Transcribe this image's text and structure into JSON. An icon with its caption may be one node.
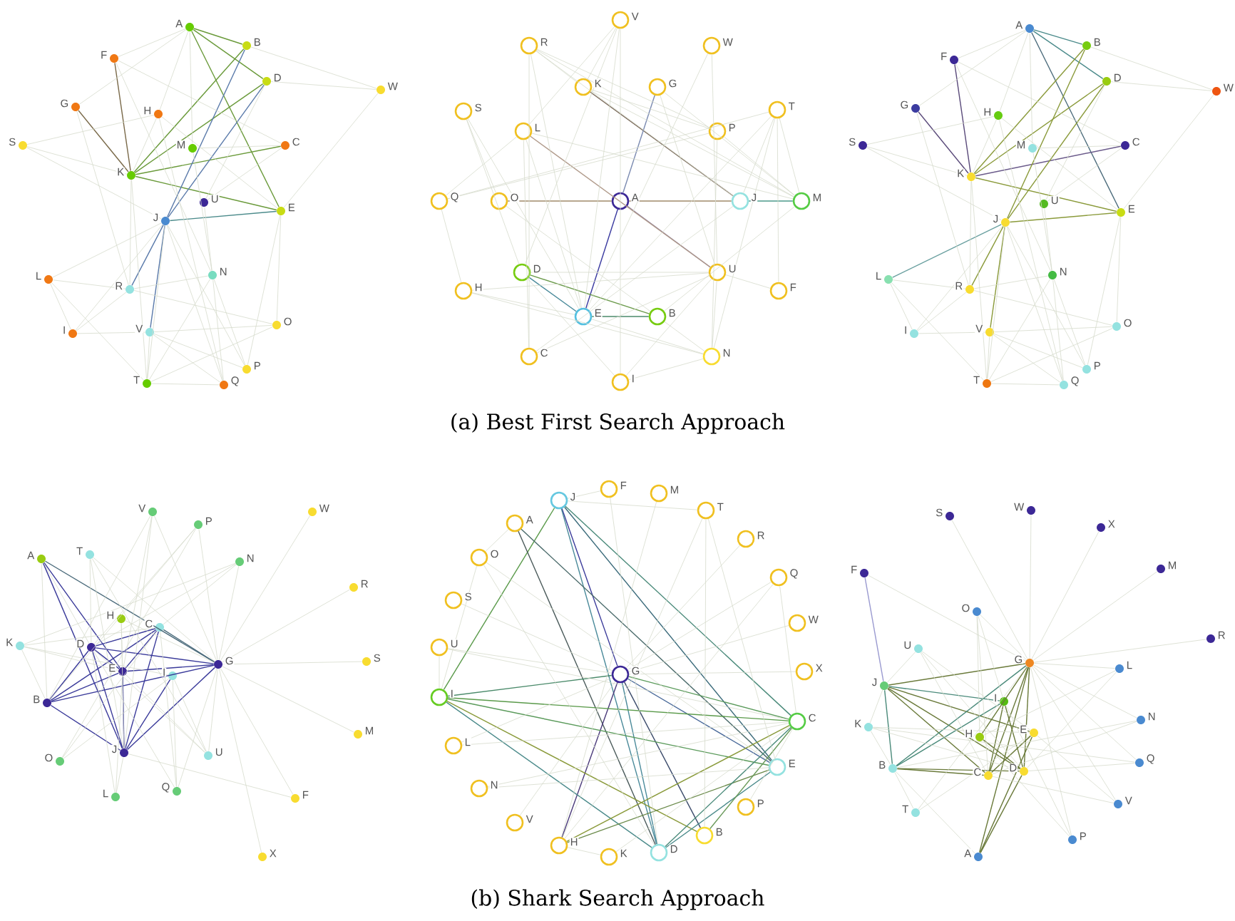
{
  "diagram": {
    "nodes": [
      {
        "text": [
          "A"
        ]
      },
      {
        "text": [
          "B"
        ]
      },
      {
        "text": [
          "D"
        ]
      },
      {
        "text": [
          "W"
        ]
      },
      {
        "text": [
          "F"
        ]
      },
      {
        "text": [
          "G"
        ]
      },
      {
        "text": [
          "H"
        ]
      },
      {
        "text": [
          "S"
        ]
      },
      {
        "text": [
          "M"
        ]
      },
      {
        "text": [
          "C"
        ]
      },
      {
        "text": [
          "K"
        ]
      },
      {
        "text": [
          "U"
        ]
      },
      {
        "text": [
          "J"
        ]
      },
      {
        "text": [
          "E"
        ]
      },
      {
        "text": [
          "L"
        ]
      },
      {
        "text": [
          "R"
        ]
      },
      {
        "text": [
          "N"
        ]
      },
      {
        "text": [
          "I"
        ]
      },
      {
        "text": [
          "V"
        ]
      },
      {
        "text": [
          "O"
        ]
      },
      {
        "text": [
          "P"
        ]
      },
      {
        "text": [
          "T"
        ]
      },
      {
        "text": [
          "Q"
        ]
      },
      {
        "text": [
          "V"
        ]
      },
      {
        "text": [
          "R"
        ]
      },
      {
        "text": [
          "W"
        ]
      },
      {
        "text": [
          "K"
        ]
      },
      {
        "text": [
          "G"
        ]
      },
      {
        "text": [
          "S"
        ]
      },
      {
        "text": [
          "L"
        ]
      },
      {
        "text": [
          "P"
        ]
      },
      {
        "text": [
          "T"
        ]
      },
      {
        "text": [
          "Q"
        ]
      },
      {
        "text": [
          "O"
        ]
      },
      {
        "text": [
          "A"
        ]
      },
      {
        "text": [
          "J"
        ]
      },
      {
        "text": [
          "M"
        ]
      },
      {
        "text": [
          "D"
        ]
      },
      {
        "text": [
          "U"
        ]
      },
      {
        "text": [
          "H"
        ]
      },
      {
        "text": [
          "F"
        ]
      },
      {
        "text": [
          "E"
        ]
      },
      {
        "text": [
          "B"
        ]
      },
      {
        "text": [
          "C"
        ]
      },
      {
        "text": [
          "N"
        ]
      },
      {
        "text": [
          "I"
        ]
      },
      {
        "text": [
          "A"
        ]
      },
      {
        "text": [
          "B"
        ]
      },
      {
        "text": [
          "D"
        ]
      },
      {
        "text": [
          "W"
        ]
      },
      {
        "text": [
          "F"
        ]
      },
      {
        "text": [
          "G"
        ]
      },
      {
        "text": [
          "H"
        ]
      },
      {
        "text": [
          "S"
        ]
      },
      {
        "text": [
          "M"
        ]
      },
      {
        "text": [
          "C"
        ]
      },
      {
        "text": [
          "K"
        ]
      },
      {
        "text": [
          "U"
        ]
      },
      {
        "text": [
          "J"
        ]
      },
      {
        "text": [
          "E"
        ]
      },
      {
        "text": [
          "L"
        ]
      },
      {
        "text": [
          "R"
        ]
      },
      {
        "text": [
          "N"
        ]
      },
      {
        "text": [
          "I"
        ]
      },
      {
        "text": [
          "V"
        ]
      },
      {
        "text": [
          "O"
        ]
      },
      {
        "text": [
          "P"
        ]
      },
      {
        "text": [
          "T"
        ]
      },
      {
        "text": [
          "Q"
        ]
      },
      {
        "text": [
          "A"
        ]
      },
      {
        "text": [
          "T"
        ]
      },
      {
        "text": [
          "V"
        ]
      },
      {
        "text": [
          "P"
        ]
      },
      {
        "text": [
          "N"
        ]
      },
      {
        "text": [
          "W"
        ]
      },
      {
        "text": [
          "R"
        ]
      },
      {
        "text": [
          "H"
        ]
      },
      {
        "text": [
          "C"
        ]
      },
      {
        "text": [
          "K"
        ]
      },
      {
        "text": [
          "D"
        ]
      },
      {
        "text": [
          "E"
        ]
      },
      {
        "text": [
          "I"
        ]
      },
      {
        "text": [
          "G"
        ]
      },
      {
        "text": [
          "S"
        ]
      },
      {
        "text": [
          "B"
        ]
      },
      {
        "text": [
          "M"
        ]
      },
      {
        "text": [
          "O"
        ]
      },
      {
        "text": [
          "J"
        ]
      },
      {
        "text": [
          "U"
        ]
      },
      {
        "text": [
          "L"
        ]
      },
      {
        "text": [
          "Q"
        ]
      },
      {
        "text": [
          "F"
        ]
      },
      {
        "text": [
          "X"
        ]
      },
      {
        "text": [
          "J"
        ]
      },
      {
        "text": [
          "F"
        ]
      },
      {
        "text": [
          "M"
        ]
      },
      {
        "text": [
          "T"
        ]
      },
      {
        "text": [
          "A"
        ]
      },
      {
        "text": [
          "R"
        ]
      },
      {
        "text": [
          "O"
        ]
      },
      {
        "text": [
          "Q"
        ]
      },
      {
        "text": [
          "S"
        ]
      },
      {
        "text": [
          "W"
        ]
      },
      {
        "text": [
          "U"
        ]
      },
      {
        "text": [
          "G"
        ]
      },
      {
        "text": [
          "X"
        ]
      },
      {
        "text": [
          "I"
        ]
      },
      {
        "text": [
          "C"
        ]
      },
      {
        "text": [
          "L"
        ]
      },
      {
        "text": [
          "E"
        ]
      },
      {
        "text": [
          "N"
        ]
      },
      {
        "text": [
          "P"
        ]
      },
      {
        "text": [
          "V"
        ]
      },
      {
        "text": [
          "B"
        ]
      },
      {
        "text": [
          "H"
        ]
      },
      {
        "text": [
          "K"
        ]
      },
      {
        "text": [
          "D"
        ]
      },
      {
        "text": [
          "S"
        ]
      },
      {
        "text": [
          "W"
        ]
      },
      {
        "text": [
          "X"
        ]
      },
      {
        "text": [
          "M"
        ]
      },
      {
        "text": [
          "F"
        ]
      },
      {
        "text": [
          "O"
        ]
      },
      {
        "text": [
          "R"
        ]
      },
      {
        "text": [
          "U"
        ]
      },
      {
        "text": [
          "G"
        ]
      },
      {
        "text": [
          "L"
        ]
      },
      {
        "text": [
          "J"
        ]
      },
      {
        "text": [
          "I"
        ]
      },
      {
        "text": [
          "N"
        ]
      },
      {
        "text": [
          "K"
        ]
      },
      {
        "text": [
          "H"
        ]
      },
      {
        "text": [
          "E"
        ]
      },
      {
        "text": [
          "B"
        ]
      },
      {
        "text": [
          "Q"
        ]
      },
      {
        "text": [
          "C"
        ]
      },
      {
        "text": [
          "D"
        ]
      },
      {
        "text": [
          "V"
        ]
      },
      {
        "text": [
          "T"
        ]
      },
      {
        "text": [
          "P"
        ]
      },
      {
        "text": [
          "A"
        ]
      }
    ],
    "edges": [
      {
        "from": 0,
        "to": 1,
        "arrow": "none",
        "color": "#6a9a3a"
      },
      {
        "from": 0,
        "to": 2,
        "arrow": "none",
        "color": "#6a9a3a"
      },
      {
        "from": 0,
        "to": 13,
        "arrow": "none",
        "color": "#6a9a3a"
      },
      {
        "from": 10,
        "to": 1,
        "arrow": "none",
        "color": "#6a9a3a"
      },
      {
        "from": 10,
        "to": 2,
        "arrow": "none",
        "color": "#6a9a3a"
      },
      {
        "from": 10,
        "to": 9,
        "arrow": "none",
        "color": "#6a9a3a"
      },
      {
        "from": 10,
        "to": 13,
        "arrow": "none",
        "color": "#6a9a3a"
      },
      {
        "from": 10,
        "to": 4,
        "arrow": "none",
        "color": "#7a6a4a"
      },
      {
        "from": 10,
        "to": 5,
        "arrow": "none",
        "color": "#7a6a4a"
      },
      {
        "from": 12,
        "to": 1,
        "arrow": "none",
        "color": "#5a7aaa"
      },
      {
        "from": 12,
        "to": 2,
        "arrow": "none",
        "color": "#5a7aaa"
      },
      {
        "from": 12,
        "to": 18,
        "arrow": "none",
        "color": "#5a7aaa"
      },
      {
        "from": 12,
        "to": 15,
        "arrow": "none",
        "color": "#5a7aaa"
      },
      {
        "from": 12,
        "to": 13,
        "arrow": "none",
        "color": "#4a8a8a"
      },
      {
        "from": 0,
        "to": 4,
        "arrow": "none"
      },
      {
        "from": 0,
        "to": 5,
        "arrow": "none"
      },
      {
        "from": 0,
        "to": 6,
        "arrow": "none"
      },
      {
        "from": 0,
        "to": 8,
        "arrow": "none"
      },
      {
        "from": 1,
        "to": 3,
        "arrow": "none"
      },
      {
        "from": 2,
        "to": 3,
        "arrow": "none"
      },
      {
        "from": 3,
        "to": 13,
        "arrow": "none"
      },
      {
        "from": 7,
        "to": 10,
        "arrow": "none"
      },
      {
        "from": 7,
        "to": 6,
        "arrow": "none"
      },
      {
        "from": 7,
        "to": 12,
        "arrow": "none"
      },
      {
        "from": 4,
        "to": 16,
        "arrow": "none"
      },
      {
        "from": 4,
        "to": 9,
        "arrow": "none"
      },
      {
        "from": 5,
        "to": 15,
        "arrow": "none"
      },
      {
        "from": 6,
        "to": 10,
        "arrow": "none"
      },
      {
        "from": 6,
        "to": 22,
        "arrow": "none"
      },
      {
        "from": 8,
        "to": 9,
        "arrow": "none"
      },
      {
        "from": 8,
        "to": 16,
        "arrow": "none"
      },
      {
        "from": 11,
        "to": 16,
        "arrow": "none"
      },
      {
        "from": 11,
        "to": 9,
        "arrow": "none"
      },
      {
        "from": 12,
        "to": 14,
        "arrow": "none"
      },
      {
        "from": 14,
        "to": 15,
        "arrow": "none"
      },
      {
        "from": 14,
        "to": 17,
        "arrow": "none"
      },
      {
        "from": 14,
        "to": 21,
        "arrow": "none"
      },
      {
        "from": 17,
        "to": 15,
        "arrow": "none"
      },
      {
        "from": 17,
        "to": 18,
        "arrow": "none"
      },
      {
        "from": 17,
        "to": 12,
        "arrow": "none"
      },
      {
        "from": 15,
        "to": 16,
        "arrow": "none"
      },
      {
        "from": 15,
        "to": 19,
        "arrow": "none"
      },
      {
        "from": 18,
        "to": 21,
        "arrow": "none"
      },
      {
        "from": 18,
        "to": 22,
        "arrow": "none"
      },
      {
        "from": 18,
        "to": 20,
        "arrow": "none"
      },
      {
        "from": 21,
        "to": 22,
        "arrow": "none"
      },
      {
        "from": 21,
        "to": 16,
        "arrow": "none"
      },
      {
        "from": 16,
        "to": 22,
        "arrow": "none"
      },
      {
        "from": 16,
        "to": 20,
        "arrow": "none"
      },
      {
        "from": 13,
        "to": 19,
        "arrow": "none"
      },
      {
        "from": 13,
        "to": 20,
        "arrow": "none"
      },
      {
        "from": 19,
        "to": 18,
        "arrow": "none"
      },
      {
        "from": 19,
        "to": 21,
        "arrow": "none"
      },
      {
        "from": 10,
        "to": 21,
        "arrow": "none"
      },
      {
        "from": 10,
        "to": 15,
        "arrow": "none"
      },
      {
        "from": 6,
        "to": 13,
        "arrow": "none"
      },
      {
        "from": 2,
        "to": 11,
        "arrow": "none"
      },
      {
        "from": 12,
        "to": 21,
        "arrow": "none"
      },
      {
        "from": 12,
        "to": 22,
        "arrow": "none"
      },
      {
        "from": 12,
        "to": 20,
        "arrow": "none"
      },
      {
        "from": 34,
        "to": 41,
        "arrow": "none",
        "color": "#3a3aa0"
      },
      {
        "from": 34,
        "to": 33,
        "arrow": "none",
        "color": "#a08a6a"
      },
      {
        "from": 34,
        "to": 35,
        "arrow": "none",
        "color": "#a08a6a"
      },
      {
        "from": 35,
        "to": 36,
        "arrow": "none",
        "color": "#4a9a8a"
      },
      {
        "from": 26,
        "to": 35,
        "arrow": "none",
        "color": "#7a6a5a"
      },
      {
        "from": 34,
        "to": 38,
        "arrow": "none",
        "color": "#8a7a9a"
      },
      {
        "from": 37,
        "to": 41,
        "arrow": "none",
        "color": "#4a8a9a"
      },
      {
        "from": 37,
        "to": 42,
        "arrow": "none",
        "color": "#6a9a4a"
      },
      {
        "from": 41,
        "to": 42,
        "arrow": "none",
        "color": "#4a8a6a"
      },
      {
        "from": 27,
        "to": 34,
        "arrow": "none",
        "color": "#7a8ab0"
      },
      {
        "from": 29,
        "to": 38,
        "arrow": "none",
        "color": "#b09a8a"
      },
      {
        "from": 23,
        "to": 26,
        "arrow": "none"
      },
      {
        "from": 23,
        "to": 29,
        "arrow": "none"
      },
      {
        "from": 23,
        "to": 41,
        "arrow": "none"
      },
      {
        "from": 23,
        "to": 37,
        "arrow": "none"
      },
      {
        "from": 23,
        "to": 45,
        "arrow": "none"
      },
      {
        "from": 24,
        "to": 26,
        "arrow": "none"
      },
      {
        "from": 24,
        "to": 41,
        "arrow": "none"
      },
      {
        "from": 24,
        "to": 43,
        "arrow": "none"
      },
      {
        "from": 24,
        "to": 35,
        "arrow": "none"
      },
      {
        "from": 24,
        "to": 36,
        "arrow": "none"
      },
      {
        "from": 24,
        "to": 30,
        "arrow": "none"
      },
      {
        "from": 25,
        "to": 41,
        "arrow": "none"
      },
      {
        "from": 25,
        "to": 38,
        "arrow": "none"
      },
      {
        "from": 26,
        "to": 36,
        "arrow": "none"
      },
      {
        "from": 26,
        "to": 30,
        "arrow": "none"
      },
      {
        "from": 27,
        "to": 38,
        "arrow": "none"
      },
      {
        "from": 27,
        "to": 36,
        "arrow": "none"
      },
      {
        "from": 28,
        "to": 41,
        "arrow": "none"
      },
      {
        "from": 28,
        "to": 33,
        "arrow": "none"
      },
      {
        "from": 28,
        "to": 37,
        "arrow": "none"
      },
      {
        "from": 29,
        "to": 43,
        "arrow": "none"
      },
      {
        "from": 29,
        "to": 41,
        "arrow": "none"
      },
      {
        "from": 29,
        "to": 36,
        "arrow": "none"
      },
      {
        "from": 30,
        "to": 44,
        "arrow": "none"
      },
      {
        "from": 31,
        "to": 35,
        "arrow": "none"
      },
      {
        "from": 31,
        "to": 41,
        "arrow": "none"
      },
      {
        "from": 31,
        "to": 44,
        "arrow": "none"
      },
      {
        "from": 31,
        "to": 40,
        "arrow": "none"
      },
      {
        "from": 31,
        "to": 36,
        "arrow": "none"
      },
      {
        "from": 32,
        "to": 39,
        "arrow": "none"
      },
      {
        "from": 32,
        "to": 31,
        "arrow": "none"
      },
      {
        "from": 32,
        "to": 29,
        "arrow": "none"
      },
      {
        "from": 32,
        "to": 30,
        "arrow": "none"
      },
      {
        "from": 33,
        "to": 42,
        "arrow": "none"
      },
      {
        "from": 39,
        "to": 41,
        "arrow": "none"
      },
      {
        "from": 39,
        "to": 44,
        "arrow": "none"
      },
      {
        "from": 39,
        "to": 38,
        "arrow": "none"
      },
      {
        "from": 43,
        "to": 38,
        "arrow": "none"
      },
      {
        "from": 43,
        "to": 35,
        "arrow": "none"
      },
      {
        "from": 44,
        "to": 38,
        "arrow": "none"
      },
      {
        "from": 45,
        "to": 38,
        "arrow": "none"
      },
      {
        "from": 45,
        "to": 44,
        "arrow": "none"
      },
      {
        "from": 45,
        "to": 37,
        "arrow": "none"
      },
      {
        "from": 40,
        "to": 38,
        "arrow": "none"
      },
      {
        "from": 42,
        "to": 44,
        "arrow": "none"
      },
      {
        "from": 42,
        "to": 36,
        "arrow": "none"
      },
      {
        "from": 41,
        "to": 44,
        "arrow": "none"
      },
      {
        "from": 37,
        "to": 38,
        "arrow": "none"
      },
      {
        "from": 36,
        "to": 30,
        "arrow": "none"
      },
      {
        "from": 46,
        "to": 47,
        "arrow": "none",
        "color": "#4a8a8a"
      },
      {
        "from": 46,
        "to": 48,
        "arrow": "none",
        "color": "#4a8a8a"
      },
      {
        "from": 46,
        "to": 59,
        "arrow": "none",
        "color": "#4a6a7a"
      },
      {
        "from": 56,
        "to": 47,
        "arrow": "none",
        "color": "#8a9a3a"
      },
      {
        "from": 56,
        "to": 48,
        "arrow": "none",
        "color": "#8a9a3a"
      },
      {
        "from": 56,
        "to": 55,
        "arrow": "none",
        "color": "#6a5a8a"
      },
      {
        "from": 56,
        "to": 59,
        "arrow": "none",
        "color": "#8a9a3a"
      },
      {
        "from": 56,
        "to": 50,
        "arrow": "none",
        "color": "#5a4a7a"
      },
      {
        "from": 56,
        "to": 51,
        "arrow": "none",
        "color": "#5a4a7a"
      },
      {
        "from": 58,
        "to": 47,
        "arrow": "none",
        "color": "#8a9a3a"
      },
      {
        "from": 58,
        "to": 48,
        "arrow": "none",
        "color": "#8a9a3a"
      },
      {
        "from": 58,
        "to": 64,
        "arrow": "none",
        "color": "#8a9a3a"
      },
      {
        "from": 58,
        "to": 61,
        "arrow": "none",
        "color": "#8a9a3a"
      },
      {
        "from": 58,
        "to": 59,
        "arrow": "none",
        "color": "#8a9a3a"
      },
      {
        "from": 58,
        "to": 60,
        "arrow": "none",
        "color": "#6aa0a0"
      },
      {
        "from": 46,
        "to": 50,
        "arrow": "none"
      },
      {
        "from": 46,
        "to": 51,
        "arrow": "none"
      },
      {
        "from": 46,
        "to": 52,
        "arrow": "none"
      },
      {
        "from": 46,
        "to": 54,
        "arrow": "none"
      },
      {
        "from": 47,
        "to": 49,
        "arrow": "none"
      },
      {
        "from": 48,
        "to": 49,
        "arrow": "none"
      },
      {
        "from": 49,
        "to": 59,
        "arrow": "none"
      },
      {
        "from": 53,
        "to": 56,
        "arrow": "none"
      },
      {
        "from": 53,
        "to": 52,
        "arrow": "none"
      },
      {
        "from": 53,
        "to": 58,
        "arrow": "none"
      },
      {
        "from": 50,
        "to": 62,
        "arrow": "none"
      },
      {
        "from": 50,
        "to": 55,
        "arrow": "none"
      },
      {
        "from": 51,
        "to": 61,
        "arrow": "none"
      },
      {
        "from": 52,
        "to": 56,
        "arrow": "none"
      },
      {
        "from": 52,
        "to": 68,
        "arrow": "none"
      },
      {
        "from": 54,
        "to": 55,
        "arrow": "none"
      },
      {
        "from": 54,
        "to": 62,
        "arrow": "none"
      },
      {
        "from": 57,
        "to": 62,
        "arrow": "none"
      },
      {
        "from": 57,
        "to": 55,
        "arrow": "none"
      },
      {
        "from": 60,
        "to": 61,
        "arrow": "none"
      },
      {
        "from": 60,
        "to": 63,
        "arrow": "none"
      },
      {
        "from": 60,
        "to": 67,
        "arrow": "none"
      },
      {
        "from": 63,
        "to": 61,
        "arrow": "none"
      },
      {
        "from": 63,
        "to": 64,
        "arrow": "none"
      },
      {
        "from": 63,
        "to": 58,
        "arrow": "none"
      },
      {
        "from": 61,
        "to": 62,
        "arrow": "none"
      },
      {
        "from": 61,
        "to": 65,
        "arrow": "none"
      },
      {
        "from": 64,
        "to": 67,
        "arrow": "none"
      },
      {
        "from": 64,
        "to": 68,
        "arrow": "none"
      },
      {
        "from": 64,
        "to": 66,
        "arrow": "none"
      },
      {
        "from": 67,
        "to": 68,
        "arrow": "none"
      },
      {
        "from": 67,
        "to": 62,
        "arrow": "none"
      },
      {
        "from": 62,
        "to": 68,
        "arrow": "none"
      },
      {
        "from": 62,
        "to": 66,
        "arrow": "none"
      },
      {
        "from": 59,
        "to": 65,
        "arrow": "none"
      },
      {
        "from": 59,
        "to": 66,
        "arrow": "none"
      },
      {
        "from": 65,
        "to": 64,
        "arrow": "none"
      },
      {
        "from": 65,
        "to": 67,
        "arrow": "none"
      },
      {
        "from": 56,
        "to": 67,
        "arrow": "none"
      },
      {
        "from": 56,
        "to": 61,
        "arrow": "none"
      },
      {
        "from": 52,
        "to": 59,
        "arrow": "none"
      },
      {
        "from": 48,
        "to": 57,
        "arrow": "none"
      },
      {
        "from": 58,
        "to": 67,
        "arrow": "none"
      },
      {
        "from": 58,
        "to": 68,
        "arrow": "none"
      },
      {
        "from": 58,
        "to": 66,
        "arrow": "none"
      },
      {
        "from": 69,
        "to": 87,
        "arrow": "none",
        "color": "#3a3a9a"
      },
      {
        "from": 79,
        "to": 87,
        "arrow": "none",
        "color": "#3a3a9a"
      },
      {
        "from": 79,
        "to": 84,
        "arrow": "none",
        "color": "#3a3a9a"
      },
      {
        "from": 79,
        "to": 82,
        "arrow": "none",
        "color": "#3a3a9a"
      },
      {
        "from": 80,
        "to": 82,
        "arrow": "none",
        "color": "#3a3a9a"
      },
      {
        "from": 84,
        "to": 82,
        "arrow": "none",
        "color": "#3a3a9a"
      },
      {
        "from": 84,
        "to": 87,
        "arrow": "none",
        "color": "#3a3a9a"
      },
      {
        "from": 84,
        "to": 80,
        "arrow": "none",
        "color": "#3a3a9a"
      },
      {
        "from": 84,
        "to": 77,
        "arrow": "none",
        "color": "#3a3a9a"
      },
      {
        "from": 87,
        "to": 82,
        "arrow": "none",
        "color": "#3a3a9a"
      },
      {
        "from": 87,
        "to": 77,
        "arrow": "none",
        "color": "#3a3a9a"
      },
      {
        "from": 87,
        "to": 80,
        "arrow": "none",
        "color": "#3a3a9a"
      },
      {
        "from": 79,
        "to": 77,
        "arrow": "none",
        "color": "#3a3a9a"
      },
      {
        "from": 80,
        "to": 77,
        "arrow": "none",
        "color": "#3a3a9a"
      },
      {
        "from": 87,
        "to": 81,
        "arrow": "none",
        "color": "#3a3a9a"
      },
      {
        "from": 79,
        "to": 80,
        "arrow": "none",
        "color": "#3a3a9a"
      },
      {
        "from": 69,
        "to": 80,
        "arrow": "none",
        "color": "#3a3a9a"
      },
      {
        "from": 69,
        "to": 82,
        "arrow": "none",
        "color": "#4a6a7a"
      },
      {
        "from": 77,
        "to": 82,
        "arrow": "none",
        "color": "#4a6a7a"
      },
      {
        "from": 82,
        "to": 74,
        "arrow": "none"
      },
      {
        "from": 82,
        "to": 75,
        "arrow": "none"
      },
      {
        "from": 82,
        "to": 83,
        "arrow": "none"
      },
      {
        "from": 82,
        "to": 85,
        "arrow": "none"
      },
      {
        "from": 82,
        "to": 91,
        "arrow": "none"
      },
      {
        "from": 82,
        "to": 92,
        "arrow": "none"
      },
      {
        "from": 82,
        "to": 71,
        "arrow": "none"
      },
      {
        "from": 82,
        "to": 73,
        "arrow": "none"
      },
      {
        "from": 82,
        "to": 72,
        "arrow": "none"
      },
      {
        "from": 82,
        "to": 88,
        "arrow": "none"
      },
      {
        "from": 82,
        "to": 90,
        "arrow": "none"
      },
      {
        "from": 82,
        "to": 70,
        "arrow": "none"
      },
      {
        "from": 82,
        "to": 76,
        "arrow": "none"
      },
      {
        "from": 87,
        "to": 91,
        "arrow": "none"
      },
      {
        "from": 70,
        "to": 87,
        "arrow": "none"
      },
      {
        "from": 70,
        "to": 88,
        "arrow": "none"
      },
      {
        "from": 71,
        "to": 80,
        "arrow": "none"
      },
      {
        "from": 71,
        "to": 84,
        "arrow": "none"
      },
      {
        "from": 71,
        "to": 87,
        "arrow": "none"
      },
      {
        "from": 72,
        "to": 84,
        "arrow": "none"
      },
      {
        "from": 72,
        "to": 79,
        "arrow": "none"
      },
      {
        "from": 72,
        "to": 86,
        "arrow": "none"
      },
      {
        "from": 73,
        "to": 79,
        "arrow": "none"
      },
      {
        "from": 73,
        "to": 78,
        "arrow": "none"
      },
      {
        "from": 73,
        "to": 77,
        "arrow": "none"
      },
      {
        "from": 78,
        "to": 84,
        "arrow": "none"
      },
      {
        "from": 78,
        "to": 81,
        "arrow": "none"
      },
      {
        "from": 78,
        "to": 77,
        "arrow": "none"
      },
      {
        "from": 69,
        "to": 84,
        "arrow": "none"
      },
      {
        "from": 86,
        "to": 77,
        "arrow": "none"
      },
      {
        "from": 86,
        "to": 81,
        "arrow": "none"
      },
      {
        "from": 89,
        "to": 87,
        "arrow": "none"
      },
      {
        "from": 89,
        "to": 79,
        "arrow": "none"
      },
      {
        "from": 89,
        "to": 80,
        "arrow": "none"
      },
      {
        "from": 90,
        "to": 77,
        "arrow": "none"
      },
      {
        "from": 90,
        "to": 79,
        "arrow": "none"
      },
      {
        "from": 88,
        "to": 79,
        "arrow": "none"
      },
      {
        "from": 88,
        "to": 80,
        "arrow": "none"
      },
      {
        "from": 76,
        "to": 87,
        "arrow": "none"
      },
      {
        "from": 76,
        "to": 80,
        "arrow": "none"
      },
      {
        "from": 70,
        "to": 79,
        "arrow": "none"
      },
      {
        "from": 69,
        "to": 79,
        "arrow": "none"
      },
      {
        "from": 78,
        "to": 80,
        "arrow": "none"
      },
      {
        "from": 81,
        "to": 90,
        "arrow": "none"
      },
      {
        "from": 81,
        "to": 88,
        "arrow": "none"
      },
      {
        "from": 93,
        "to": 104,
        "arrow": "none",
        "color": "#3a3a9a"
      },
      {
        "from": 93,
        "to": 116,
        "arrow": "none",
        "color": "#4a8a9a"
      },
      {
        "from": 93,
        "to": 109,
        "arrow": "none",
        "color": "#3a6a7a"
      },
      {
        "from": 93,
        "to": 106,
        "arrow": "none",
        "color": "#5a9a4a"
      },
      {
        "from": 93,
        "to": 107,
        "arrow": "none",
        "color": "#4a8a7a"
      },
      {
        "from": 97,
        "to": 116,
        "arrow": "none",
        "color": "#4a5a5a"
      },
      {
        "from": 97,
        "to": 109,
        "arrow": "none",
        "color": "#4a6a6a"
      },
      {
        "from": 104,
        "to": 106,
        "arrow": "none",
        "color": "#4a8a6a"
      },
      {
        "from": 104,
        "to": 114,
        "arrow": "none",
        "color": "#4a3a7a"
      },
      {
        "from": 104,
        "to": 116,
        "arrow": "none",
        "color": "#4a8a9a"
      },
      {
        "from": 104,
        "to": 113,
        "arrow": "none",
        "color": "#3a4a6a"
      },
      {
        "from": 104,
        "to": 107,
        "arrow": "none",
        "color": "#5a9a5a"
      },
      {
        "from": 104,
        "to": 109,
        "arrow": "none",
        "color": "#4a6a9a"
      },
      {
        "from": 106,
        "to": 107,
        "arrow": "none",
        "color": "#5a9a4a"
      },
      {
        "from": 106,
        "to": 109,
        "arrow": "none",
        "color": "#5a9a5a"
      },
      {
        "from": 106,
        "to": 116,
        "arrow": "none",
        "color": "#4a8a8a"
      },
      {
        "from": 106,
        "to": 113,
        "arrow": "none",
        "color": "#8a9a3a"
      },
      {
        "from": 114,
        "to": 107,
        "arrow": "none",
        "color": "#8a9a3a"
      },
      {
        "from": 114,
        "to": 109,
        "arrow": "none",
        "color": "#6a8a4a"
      },
      {
        "from": 116,
        "to": 107,
        "arrow": "none",
        "color": "#4a8a7a"
      },
      {
        "from": 116,
        "to": 109,
        "arrow": "none",
        "color": "#4a8a8a"
      },
      {
        "from": 113,
        "to": 107,
        "arrow": "none",
        "color": "#6a9a5a"
      },
      {
        "from": 93,
        "to": 94,
        "arrow": "none"
      },
      {
        "from": 93,
        "to": 96,
        "arrow": "none"
      },
      {
        "from": 94,
        "to": 116,
        "arrow": "none"
      },
      {
        "from": 96,
        "to": 113,
        "arrow": "none"
      },
      {
        "from": 96,
        "to": 109,
        "arrow": "none"
      },
      {
        "from": 96,
        "to": 114,
        "arrow": "none"
      },
      {
        "from": 95,
        "to": 114,
        "arrow": "none"
      },
      {
        "from": 98,
        "to": 104,
        "arrow": "none"
      },
      {
        "from": 100,
        "to": 104,
        "arrow": "none"
      },
      {
        "from": 100,
        "to": 107,
        "arrow": "none"
      },
      {
        "from": 100,
        "to": 114,
        "arrow": "none"
      },
      {
        "from": 102,
        "to": 104,
        "arrow": "none"
      },
      {
        "from": 105,
        "to": 104,
        "arrow": "none"
      },
      {
        "from": 103,
        "to": 104,
        "arrow": "none"
      },
      {
        "from": 103,
        "to": 107,
        "arrow": "none"
      },
      {
        "from": 101,
        "to": 104,
        "arrow": "none"
      },
      {
        "from": 99,
        "to": 109,
        "arrow": "none"
      },
      {
        "from": 99,
        "to": 116,
        "arrow": "none"
      },
      {
        "from": 108,
        "to": 104,
        "arrow": "none"
      },
      {
        "from": 110,
        "to": 109,
        "arrow": "none"
      },
      {
        "from": 110,
        "to": 107,
        "arrow": "none"
      },
      {
        "from": 112,
        "to": 104,
        "arrow": "none"
      },
      {
        "from": 111,
        "to": 107,
        "arrow": "none"
      },
      {
        "from": 115,
        "to": 107,
        "arrow": "none"
      },
      {
        "from": 114,
        "to": 115,
        "arrow": "none"
      },
      {
        "from": 103,
        "to": 106,
        "arrow": "none"
      },
      {
        "from": 108,
        "to": 107,
        "arrow": "none"
      },
      {
        "from": 97,
        "to": 99,
        "arrow": "none"
      },
      {
        "from": 99,
        "to": 106,
        "arrow": "none"
      },
      {
        "from": 125,
        "to": 136,
        "arrow": "none",
        "color": "#6a7a3a"
      },
      {
        "from": 125,
        "to": 135,
        "arrow": "none",
        "color": "#6a7a3a"
      },
      {
        "from": 125,
        "to": 140,
        "arrow": "none",
        "color": "#6a7a3a"
      },
      {
        "from": 125,
        "to": 131,
        "arrow": "none",
        "color": "#6a7a3a"
      },
      {
        "from": 125,
        "to": 127,
        "arrow": "none",
        "color": "#6a7a3a"
      },
      {
        "from": 127,
        "to": 132,
        "arrow": "none",
        "color": "#6a7a3a"
      },
      {
        "from": 127,
        "to": 136,
        "arrow": "none",
        "color": "#6a7a3a"
      },
      {
        "from": 127,
        "to": 135,
        "arrow": "none",
        "color": "#6a7a3a"
      },
      {
        "from": 133,
        "to": 135,
        "arrow": "none",
        "color": "#6a7a3a"
      },
      {
        "from": 133,
        "to": 136,
        "arrow": "none",
        "color": "#6a7a3a"
      },
      {
        "from": 128,
        "to": 135,
        "arrow": "none",
        "color": "#6a7a3a"
      },
      {
        "from": 128,
        "to": 136,
        "arrow": "none",
        "color": "#6a7a3a"
      },
      {
        "from": 132,
        "to": 135,
        "arrow": "none",
        "color": "#6a7a3a"
      },
      {
        "from": 132,
        "to": 140,
        "arrow": "none",
        "color": "#6a7a3a"
      },
      {
        "from": 136,
        "to": 140,
        "arrow": "none",
        "color": "#6a7a3a"
      },
      {
        "from": 131,
        "to": 136,
        "arrow": "none",
        "color": "#6a7a3a"
      },
      {
        "from": 125,
        "to": 133,
        "arrow": "none",
        "color": "#4a8a7a"
      },
      {
        "from": 127,
        "to": 128,
        "arrow": "none",
        "color": "#4a8a7a"
      },
      {
        "from": 127,
        "to": 133,
        "arrow": "none",
        "color": "#4a8a7a"
      },
      {
        "from": 133,
        "to": 128,
        "arrow": "none",
        "color": "#4a8a7a"
      },
      {
        "from": 125,
        "to": 117,
        "arrow": "none"
      },
      {
        "from": 125,
        "to": 118,
        "arrow": "none"
      },
      {
        "from": 125,
        "to": 119,
        "arrow": "none"
      },
      {
        "from": 125,
        "to": 120,
        "arrow": "none"
      },
      {
        "from": 125,
        "to": 121,
        "arrow": "none"
      },
      {
        "from": 125,
        "to": 123,
        "arrow": "none"
      },
      {
        "from": 125,
        "to": 126,
        "arrow": "none"
      },
      {
        "from": 125,
        "to": 129,
        "arrow": "none"
      },
      {
        "from": 125,
        "to": 134,
        "arrow": "none"
      },
      {
        "from": 125,
        "to": 137,
        "arrow": "none"
      },
      {
        "from": 125,
        "to": 139,
        "arrow": "none"
      },
      {
        "from": 125,
        "to": 122,
        "arrow": "none"
      },
      {
        "from": 121,
        "to": 127,
        "arrow": "none",
        "color": "#9a9ad0"
      },
      {
        "from": 127,
        "to": 130,
        "arrow": "none"
      },
      {
        "from": 127,
        "to": 124,
        "arrow": "none"
      },
      {
        "from": 130,
        "to": 133,
        "arrow": "none"
      },
      {
        "from": 133,
        "to": 138,
        "arrow": "none"
      },
      {
        "from": 133,
        "to": 140,
        "arrow": "none"
      },
      {
        "from": 122,
        "to": 128,
        "arrow": "none"
      },
      {
        "from": 122,
        "to": 135,
        "arrow": "none"
      },
      {
        "from": 122,
        "to": 131,
        "arrow": "none"
      },
      {
        "from": 124,
        "to": 132,
        "arrow": "none"
      },
      {
        "from": 124,
        "to": 136,
        "arrow": "none"
      },
      {
        "from": 124,
        "to": 135,
        "arrow": "none"
      },
      {
        "from": 126,
        "to": 131,
        "arrow": "none"
      },
      {
        "from": 126,
        "to": 136,
        "arrow": "none"
      },
      {
        "from": 129,
        "to": 135,
        "arrow": "none"
      },
      {
        "from": 129,
        "to": 133,
        "arrow": "none"
      },
      {
        "from": 134,
        "to": 136,
        "arrow": "none"
      },
      {
        "from": 134,
        "to": 130,
        "arrow": "none"
      },
      {
        "from": 137,
        "to": 132,
        "arrow": "none"
      },
      {
        "from": 137,
        "to": 135,
        "arrow": "none"
      },
      {
        "from": 139,
        "to": 128,
        "arrow": "none"
      },
      {
        "from": 139,
        "to": 131,
        "arrow": "none"
      },
      {
        "from": 138,
        "to": 132,
        "arrow": "none"
      },
      {
        "from": 138,
        "to": 125,
        "arrow": "none"
      },
      {
        "from": 130,
        "to": 136,
        "arrow": "none"
      },
      {
        "from": 130,
        "to": 132,
        "arrow": "none"
      }
    ],
    "labels": [
      "(a) Best First Search Approach",
      "(b) Shark Search Approach"
    ]
  }
}
